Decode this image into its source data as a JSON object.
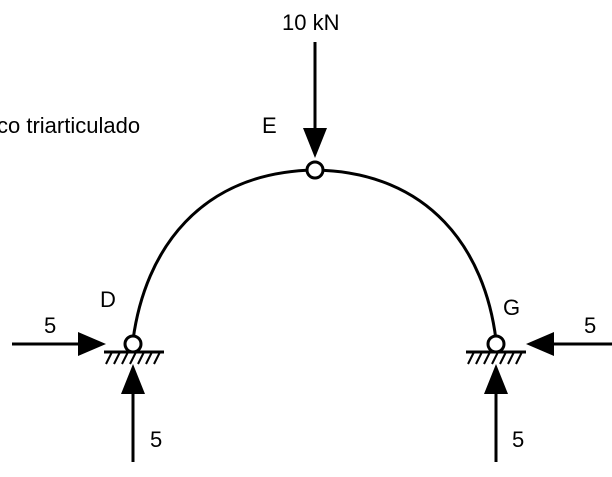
{
  "labels": {
    "title": "co triarticulado",
    "load": "10 kN",
    "node_e": "E",
    "node_d": "D",
    "node_g": "G",
    "force_left_h": "5",
    "force_right_h": "5",
    "force_left_v": "5",
    "force_right_v": "5"
  },
  "colors": {
    "line": "#000000",
    "background": "#ffffff"
  }
}
